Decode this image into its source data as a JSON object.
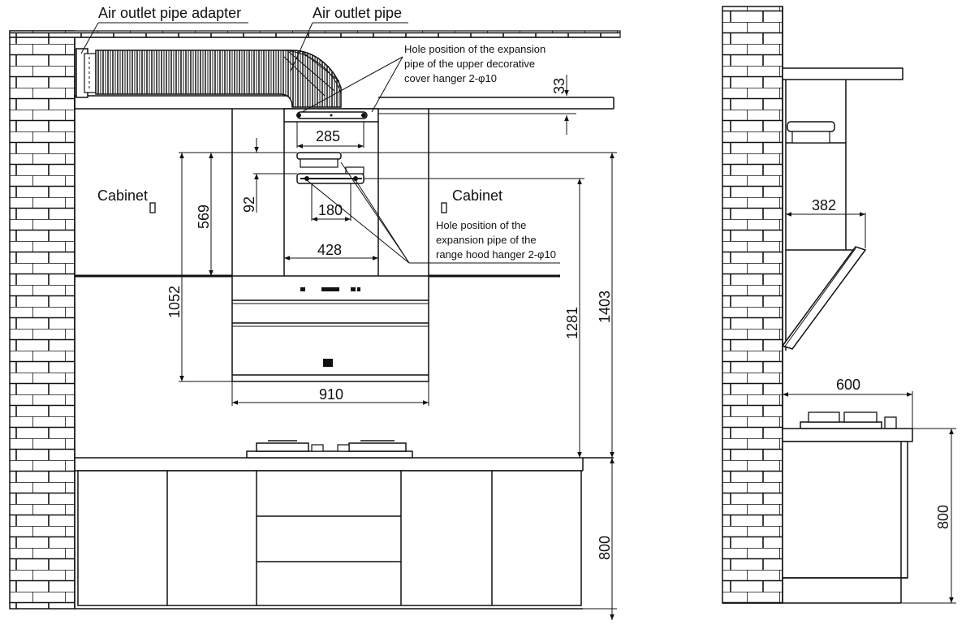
{
  "labels": {
    "air_outlet_pipe_adapter": "Air outlet pipe adapter",
    "air_outlet_pipe": "Air outlet pipe",
    "cabinet_left": "Cabinet",
    "cabinet_right": "Cabinet",
    "upper_hanger_note": [
      "Hole position of the expansion",
      "pipe of the upper decorative",
      "cover hanger 2-φ10"
    ],
    "hood_hanger_note": [
      "Hole position of the",
      "expansion pipe of the",
      "range hood hanger 2-φ10"
    ]
  },
  "dimensions": {
    "d33": "33",
    "d285": "285",
    "d92": "92",
    "d180": "180",
    "d428": "428",
    "d569": "569",
    "d1052": "1052",
    "d1281": "1281",
    "d1403": "1403",
    "d910": "910",
    "d800_front": "800",
    "d382": "382",
    "d600": "600",
    "d800_side": "800"
  },
  "colors": {
    "line": "#111111",
    "background": "#ffffff"
  }
}
